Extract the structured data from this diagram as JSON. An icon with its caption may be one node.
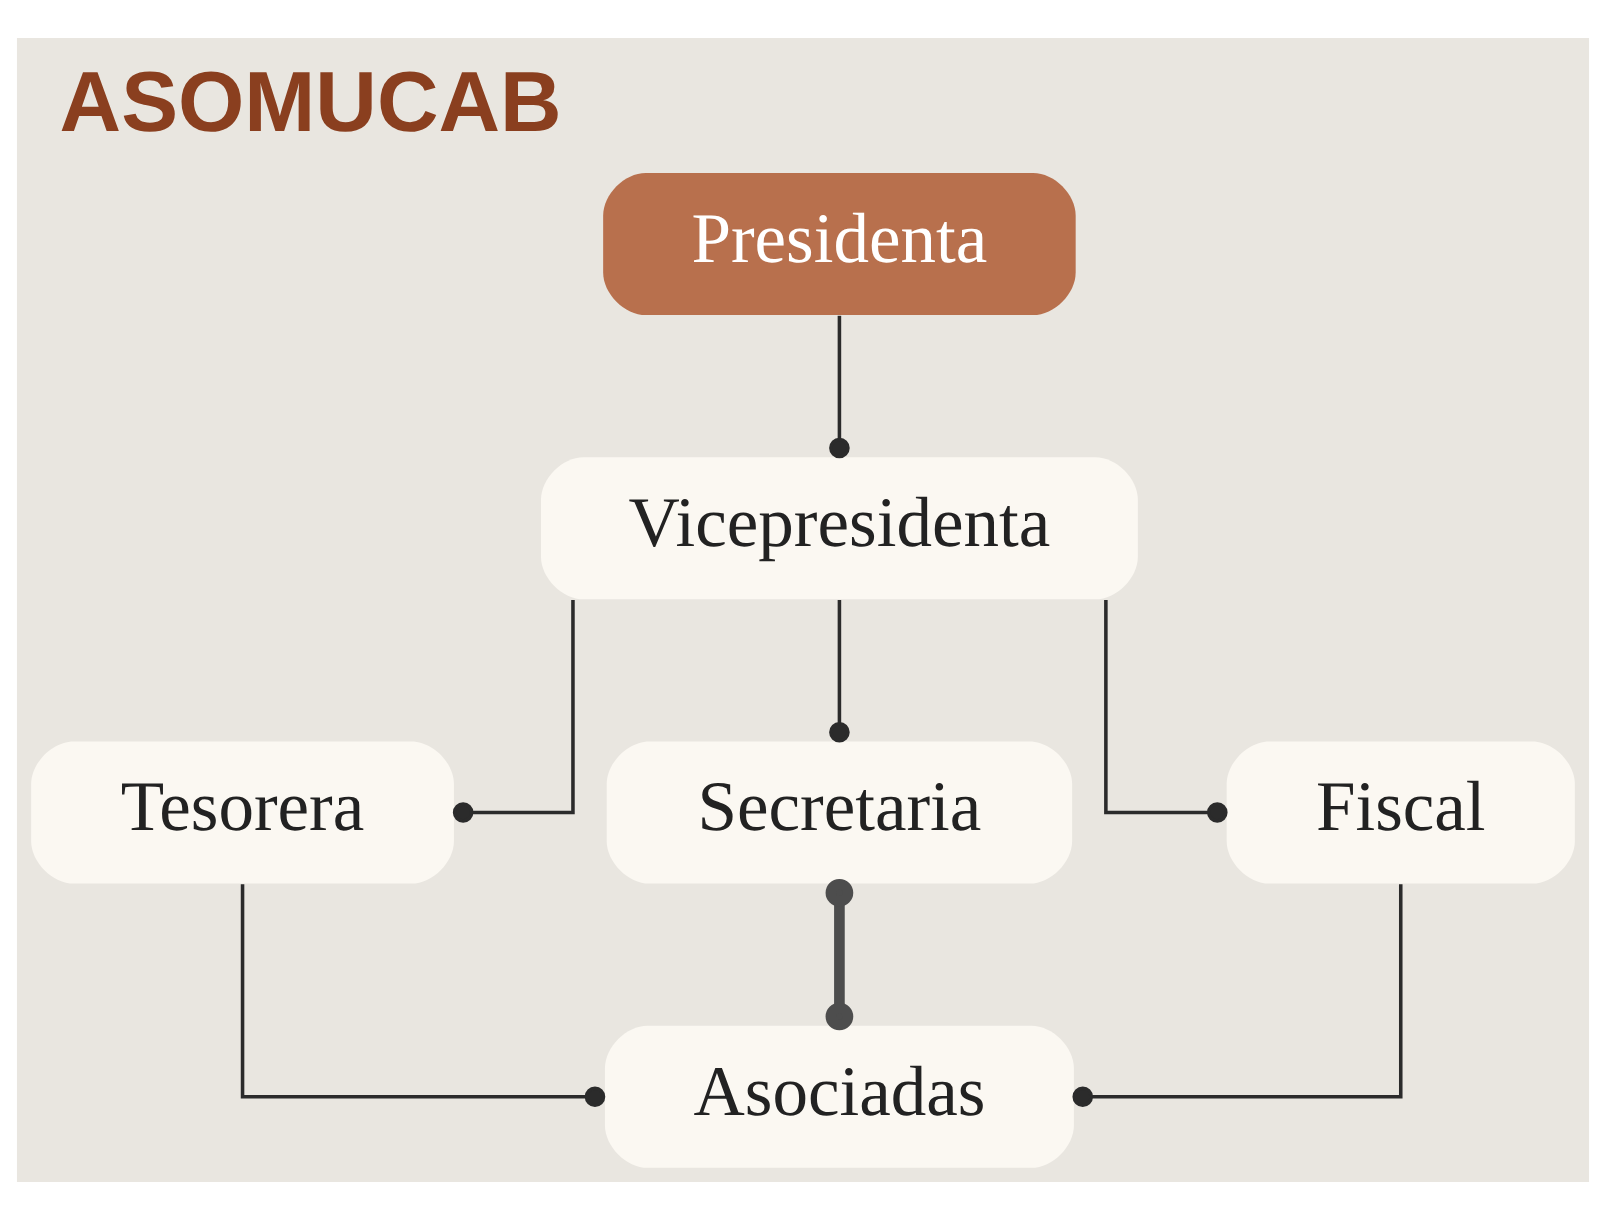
{
  "diagram": {
    "title": "ASOMUCAB",
    "nodes": [
      {
        "text": [
          "Presidenta"
        ]
      },
      {
        "text": [
          "Vicepresidenta"
        ]
      },
      {
        "text": [
          "Tesorera"
        ]
      },
      {
        "text": [
          "Secretaria"
        ]
      },
      {
        "text": [
          "Fiscal"
        ]
      },
      {
        "text": [
          "Asociadas"
        ]
      }
    ],
    "edges": [
      {
        "from": 0,
        "to": 1,
        "arrow": "other"
      },
      {
        "from": 1,
        "to": 2,
        "arrow": "other"
      },
      {
        "from": 1,
        "to": 3,
        "arrow": "other"
      },
      {
        "from": 1,
        "to": 4,
        "arrow": "other"
      },
      {
        "from": 2,
        "to": 5,
        "arrow": "other"
      },
      {
        "from": 3,
        "to": 5,
        "arrow": "other",
        "style": "thick",
        "color": "#4d4d4d"
      },
      {
        "from": 4,
        "to": 5,
        "arrow": "other"
      }
    ]
  }
}
